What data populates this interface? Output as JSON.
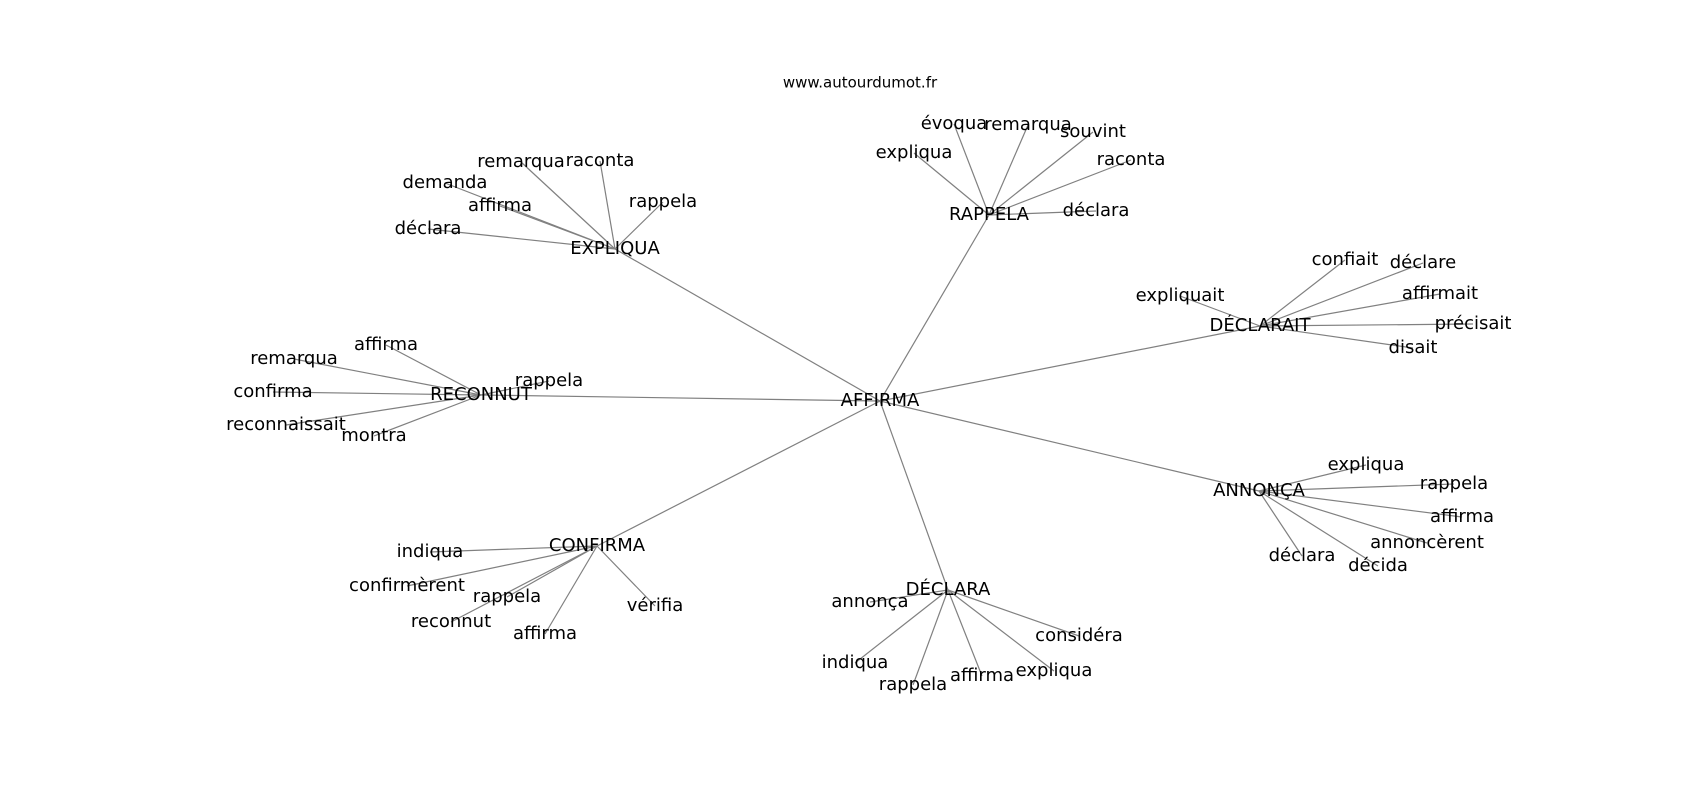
{
  "source": "www.autourdumot.fr",
  "center": "AFFIRMA",
  "hubs": [
    {
      "id": "expliqua",
      "label": "EXPLIQUA",
      "leaves": [
        "remarqua",
        "raconta",
        "demanda",
        "rappela",
        "affirma",
        "déclara"
      ]
    },
    {
      "id": "rappela",
      "label": "RAPPELA",
      "leaves": [
        "évoqua",
        "remarqua",
        "souvint",
        "expliqua",
        "raconta",
        "déclara"
      ]
    },
    {
      "id": "declarait",
      "label": "DÉCLARAIT",
      "leaves": [
        "confiait",
        "déclare",
        "expliquait",
        "affirmait",
        "précisait",
        "disait"
      ]
    },
    {
      "id": "reconnut",
      "label": "RECONNUT",
      "leaves": [
        "affirma",
        "remarqua",
        "rappela",
        "confirma",
        "reconnaissait",
        "montra"
      ]
    },
    {
      "id": "annonca",
      "label": "ANNONÇA",
      "leaves": [
        "expliqua",
        "rappela",
        "affirma",
        "annoncèrent",
        "déclara",
        "décida"
      ]
    },
    {
      "id": "confirma",
      "label": "CONFIRMA",
      "leaves": [
        "indiqua",
        "confirmèrent",
        "rappela",
        "vérifia",
        "reconnut",
        "affirma"
      ]
    },
    {
      "id": "declara",
      "label": "DÉCLARA",
      "leaves": [
        "annonça",
        "considéra",
        "indiqua",
        "expliqua",
        "rappela",
        "affirma"
      ]
    }
  ]
}
